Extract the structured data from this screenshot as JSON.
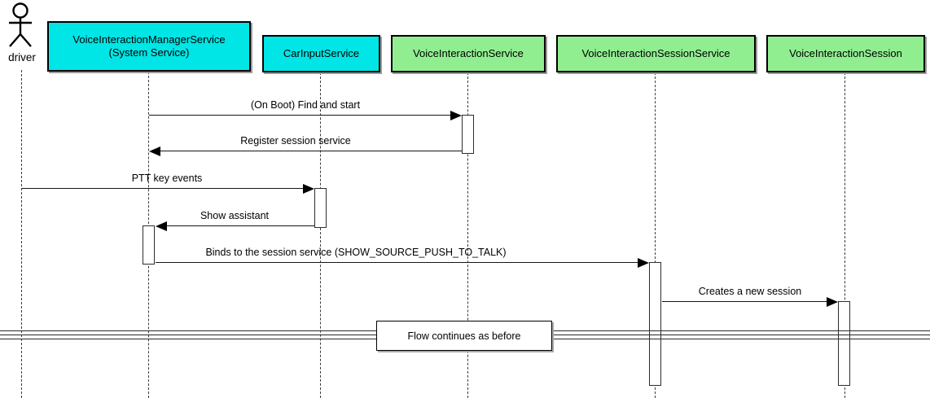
{
  "actor": {
    "label": "driver"
  },
  "participants": [
    {
      "id": "voice-interaction-manager-service",
      "line1": "VoiceInteractionManagerService",
      "line2": "(System Service)",
      "fill": "#00E5E5"
    },
    {
      "id": "car-input-service",
      "line1": "CarInputService",
      "fill": "#00E5E5"
    },
    {
      "id": "voice-interaction-service",
      "line1": "VoiceInteractionService",
      "fill": "#90EE90"
    },
    {
      "id": "voice-interaction-session-service",
      "line1": "VoiceInteractionSessionService",
      "fill": "#90EE90"
    },
    {
      "id": "voice-interaction-session",
      "line1": "VoiceInteractionSession",
      "fill": "#90EE90"
    }
  ],
  "messages": [
    {
      "label": "(On Boot) Find and start",
      "from": "VoiceInteractionManagerService",
      "to": "VoiceInteractionService",
      "direction": "right"
    },
    {
      "label": "Register session service",
      "from": "VoiceInteractionService",
      "to": "VoiceInteractionManagerService",
      "direction": "left"
    },
    {
      "label": "PTT key events",
      "from": "driver",
      "to": "CarInputService",
      "direction": "right"
    },
    {
      "label": "Show assistant",
      "from": "CarInputService",
      "to": "VoiceInteractionManagerService",
      "direction": "left"
    },
    {
      "label": "Binds to the session service (SHOW_SOURCE_PUSH_TO_TALK)",
      "from": "VoiceInteractionManagerService",
      "to": "VoiceInteractionSessionService",
      "direction": "right"
    },
    {
      "label": "Creates a new session",
      "from": "VoiceInteractionSessionService",
      "to": "VoiceInteractionSession",
      "direction": "right"
    }
  ],
  "divider": {
    "label": "Flow continues as before"
  },
  "colors": {
    "participant_cyan": "#00E5E5",
    "participant_green": "#90EE90",
    "line": "#161616",
    "background": "#FFFFFF"
  }
}
